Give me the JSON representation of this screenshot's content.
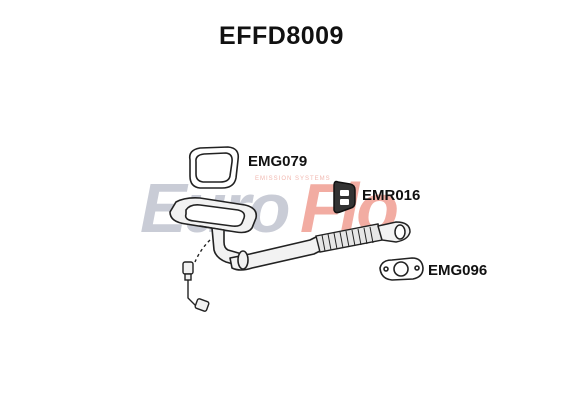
{
  "title": "EFFD8009",
  "watermark": {
    "brand_left": "Euro",
    "brand_right": "Flo",
    "tagline": "EMISSION SYSTEMS",
    "color_left": "#c9ccd6",
    "color_right": "#f2aca2"
  },
  "parts": [
    {
      "code": "EMG079",
      "kind": "gasket"
    },
    {
      "code": "EMR016",
      "kind": "rubber-mount"
    },
    {
      "code": "EMG096",
      "kind": "flange-gasket"
    }
  ],
  "colors": {
    "line": "#222222",
    "pipe_fill": "#f2f2f2"
  }
}
